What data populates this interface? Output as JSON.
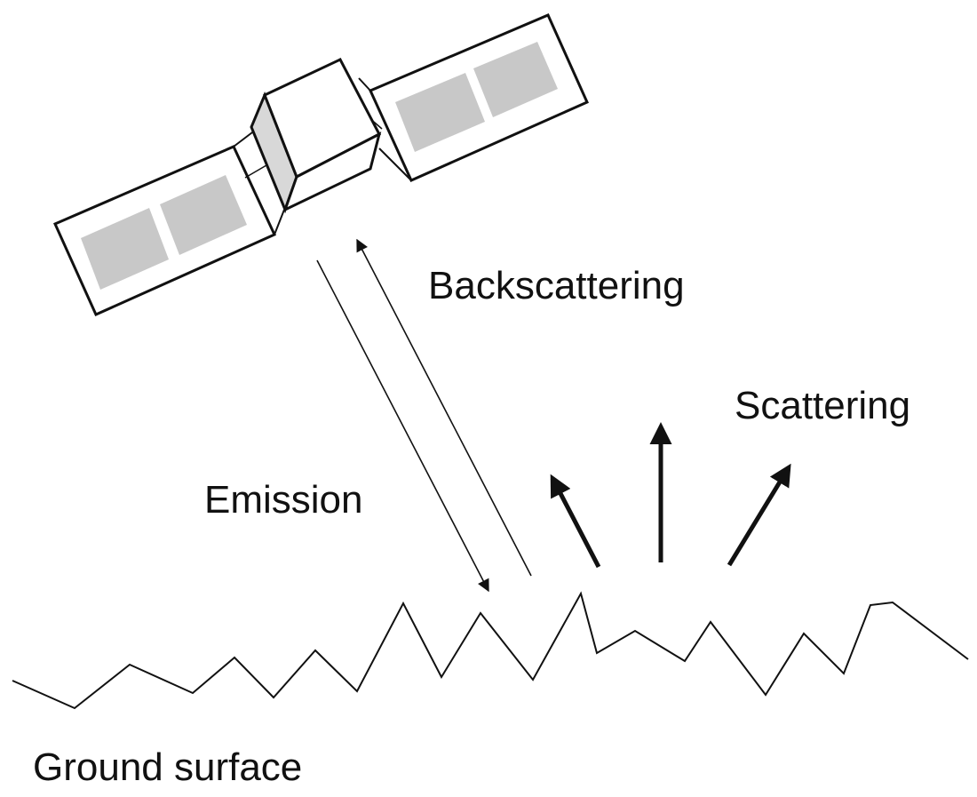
{
  "labels": {
    "backscattering": "Backscattering",
    "scattering": "Scattering",
    "emission": "Emission",
    "ground_surface": "Ground surface"
  },
  "colors": {
    "stroke": "#111111",
    "panel_cell": "#c8c8c8",
    "body_side": "#d8d8d8",
    "background": "#ffffff"
  }
}
